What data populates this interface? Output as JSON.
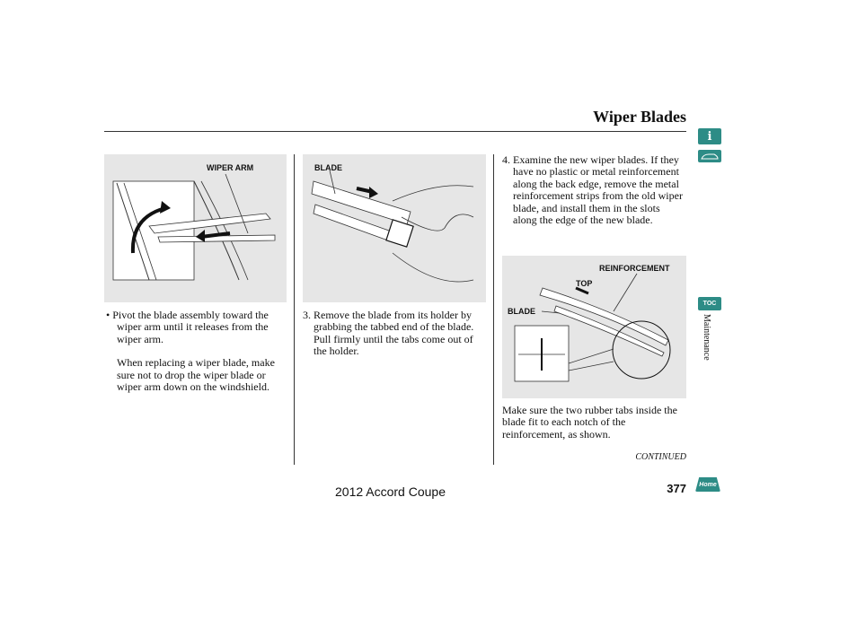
{
  "header": {
    "title": "Wiper Blades"
  },
  "figures": {
    "fig1": {
      "labels": [
        "WIPER ARM"
      ]
    },
    "fig2": {
      "labels": [
        "BLADE"
      ]
    },
    "fig3": {
      "labels": [
        "REINFORCEMENT",
        "TOP",
        "BLADE"
      ]
    }
  },
  "col1": {
    "p1": "• Pivot the blade assembly toward the wiper arm until it releases from the wiper arm.",
    "p2": "When replacing a wiper blade, make sure not to drop the wiper blade or wiper arm down on the windshield."
  },
  "col2": {
    "p1": "3. Remove the blade from its holder by grabbing the tabbed end of the blade. Pull firmly until the tabs come out of the holder."
  },
  "col3": {
    "p1": "4. Examine the new wiper blades. If they have no plastic or metal reinforcement along the back edge, remove the metal reinforcement strips from the old wiper blade, and install them in the slots along the edge of the new blade.",
    "p2": "Make sure the two rubber tabs inside the blade fit to each notch of the reinforcement, as shown."
  },
  "continued": "CONTINUED",
  "footer": {
    "model": "2012 Accord Coupe",
    "page": "377"
  },
  "nav": {
    "toc": "TOC",
    "home": "Home",
    "section": "Maintenance"
  },
  "colors": {
    "nav_teal": "#2d8c86",
    "panel_gray": "#e6e6e6"
  }
}
